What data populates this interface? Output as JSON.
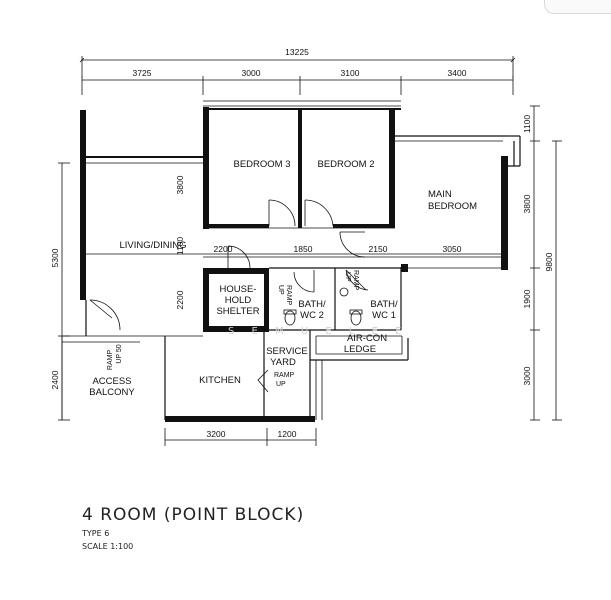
{
  "plan": {
    "overall_width": "13225",
    "top_dims": [
      "3725",
      "3000",
      "3100",
      "3400"
    ],
    "rooms": {
      "bedroom3": "BEDROOM 3",
      "bedroom2": "BEDROOM 2",
      "main_bedroom_1": "MAIN",
      "main_bedroom_2": "BEDROOM",
      "living_dining": "LIVING/DINING",
      "household_1": "HOUSE-",
      "household_2": "HOLD",
      "household_3": "SHELTER",
      "bath2_1": "BATH/",
      "bath2_2": "WC 2",
      "bath1_1": "BATH/",
      "bath1_2": "WC 1",
      "aircon_1": "AIR-CON",
      "aircon_2": "LEDGE",
      "service_1": "SERVICE",
      "service_2": "YARD",
      "kitchen": "KITCHEN",
      "access_1": "ACCESS",
      "access_2": "BALCONY"
    },
    "ramps": {
      "ramp_up": "RAMP",
      "ramp_up2": "UP",
      "ramp_up_50": "RAMP",
      "ramp_up_50_2": "UP 50"
    },
    "inner_dims": {
      "d3800_left": "3800",
      "d1100_left": "1100",
      "d2200_left": "2200",
      "d2200_top": "2200",
      "d1850": "1850",
      "d2150": "2150",
      "d3050": "3050",
      "d5300": "5300",
      "d2400": "2400",
      "d1100_right": "1100",
      "d3800_right": "3800",
      "d1900": "1900",
      "d3000_right": "3000",
      "d9800": "9800",
      "d3200": "3200",
      "d1200": "1200"
    },
    "watermark": "S E M U E L E E"
  },
  "caption": {
    "title": "4 ROOM (POINT BLOCK)",
    "type": "TYPE 6",
    "scale": "SCALE   1:100"
  }
}
